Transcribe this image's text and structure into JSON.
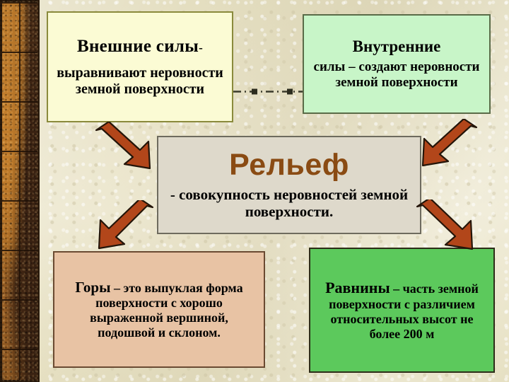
{
  "slide": {
    "background_color": "#e9e4c8",
    "border_strip": {
      "name": "decorative-wood-border",
      "color": "#6b4526"
    }
  },
  "boxes": {
    "external_forces": {
      "line1": "Внешние силы",
      "dash": "-",
      "line2": "выравнивают неровности  земной поверхности",
      "fill_color": "#fbfbd4",
      "border_color": "#8a8a3c"
    },
    "internal_forces": {
      "line1": "Внутренние",
      "line2": "силы – создают неровности земной поверхности",
      "fill_color": "#c8f5c8",
      "border_color": "#5a6b48"
    },
    "relief": {
      "title": "Рельеф",
      "subtitle": "- совокупность неровностей земной поверхности.",
      "fill_color": "#ded9cb",
      "border_color": "#6e6b5e",
      "title_color": "#8a4b13"
    },
    "mountains": {
      "lead": "Горы",
      "text": " – это выпуклая форма поверхности с хорошо выраженной вершиной, подошвой и склоном.",
      "fill_color": "#e8c3a4",
      "border_color": "#6a4a32"
    },
    "plains": {
      "lead": "Равнины",
      "text": " – часть земной поверхности с различием относительных высот не более 200 м",
      "fill_color": "#5cc95c",
      "border_color": "#2d2d18"
    }
  },
  "connectors": {
    "dash_dot_line": {
      "name": "dash-dot-connector",
      "color": "#3a3a2a",
      "style": "dash-dot with square end markers"
    }
  },
  "arrows": {
    "color": "#b2461a",
    "outline_color": "#2a1a0c",
    "items": [
      {
        "name": "arrow-external-to-relief",
        "direction": "down-right"
      },
      {
        "name": "arrow-internal-to-relief",
        "direction": "down-left"
      },
      {
        "name": "arrow-relief-to-mountains",
        "direction": "down-left"
      },
      {
        "name": "arrow-relief-to-plains",
        "direction": "down-right"
      }
    ]
  }
}
